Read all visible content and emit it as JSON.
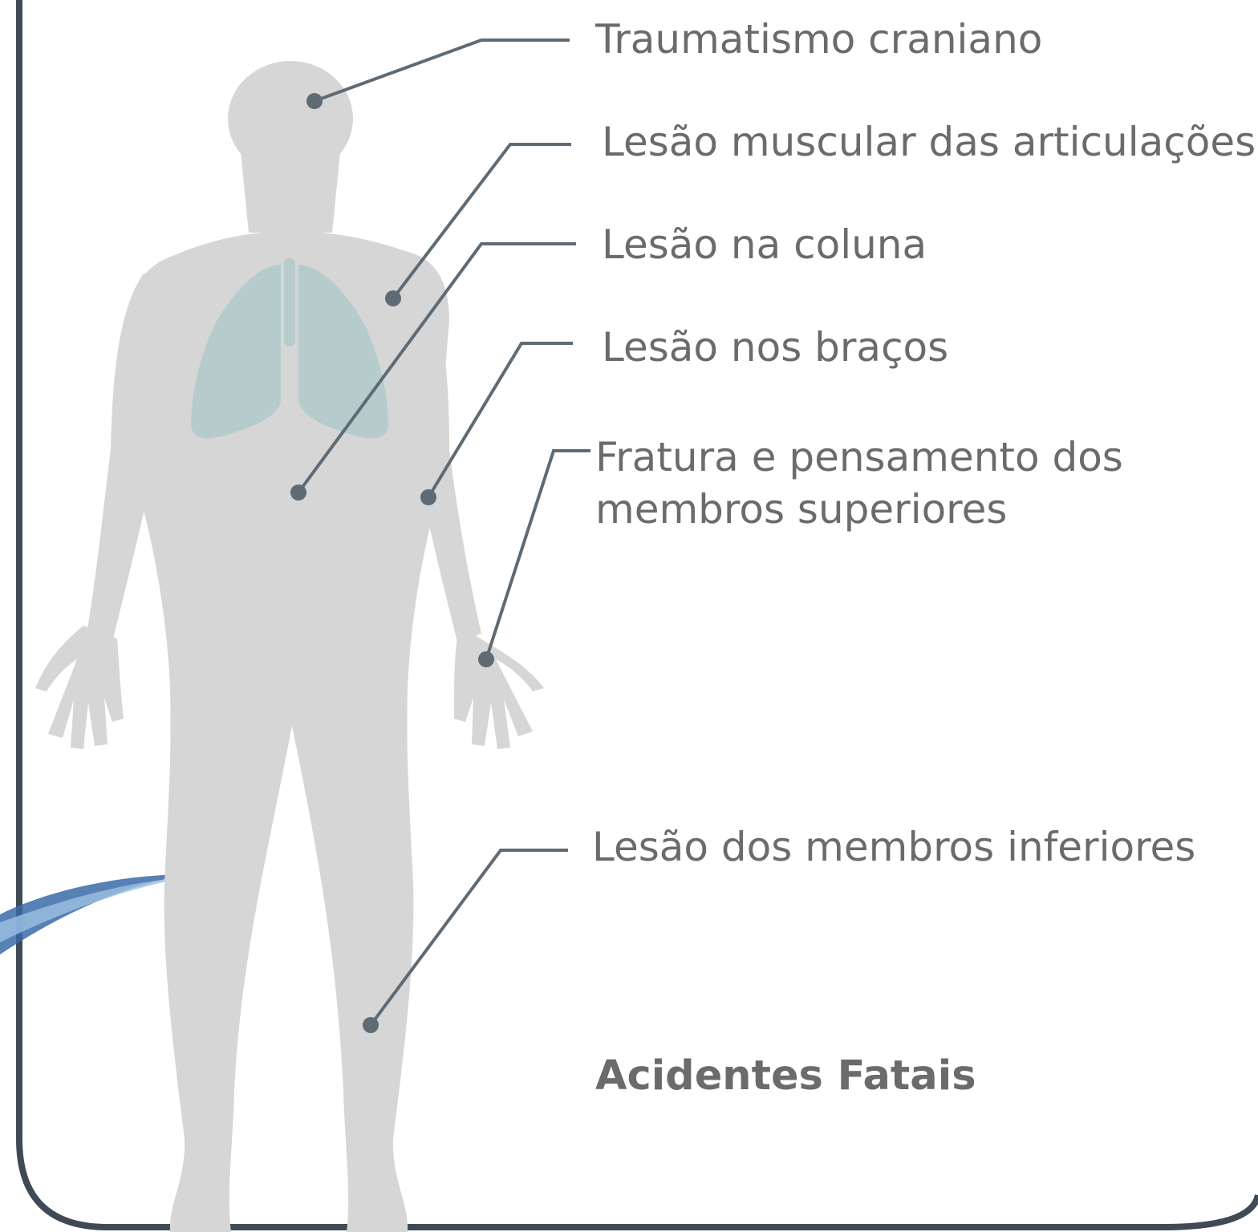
{
  "colors": {
    "frame": "#3f4a55",
    "body_silhouette": "#d6d6d6",
    "lungs": "#b6cccc",
    "leader_line": "#5e6b75",
    "leader_dot": "#5e6b75",
    "text": "#6b6b6b",
    "swoosh": "#3a6aa8"
  },
  "labels": [
    {
      "text": "Traumatismo craniano",
      "body_region": "head"
    },
    {
      "text": "Lesão muscular das articulações",
      "body_region": "shoulder"
    },
    {
      "text": "Lesão na coluna",
      "body_region": "torso"
    },
    {
      "text": "Lesão nos braços",
      "body_region": "upper-arm"
    },
    {
      "text": "Fratura e pensamento dos\n membros superiores",
      "body_region": "hand"
    },
    {
      "text": "Lesão dos membros inferiores",
      "body_region": "leg"
    }
  ],
  "footer_title": "Acidentes Fatais",
  "icons": [
    "human-body-icon",
    "lungs-icon",
    "swoosh-decoration-icon"
  ]
}
